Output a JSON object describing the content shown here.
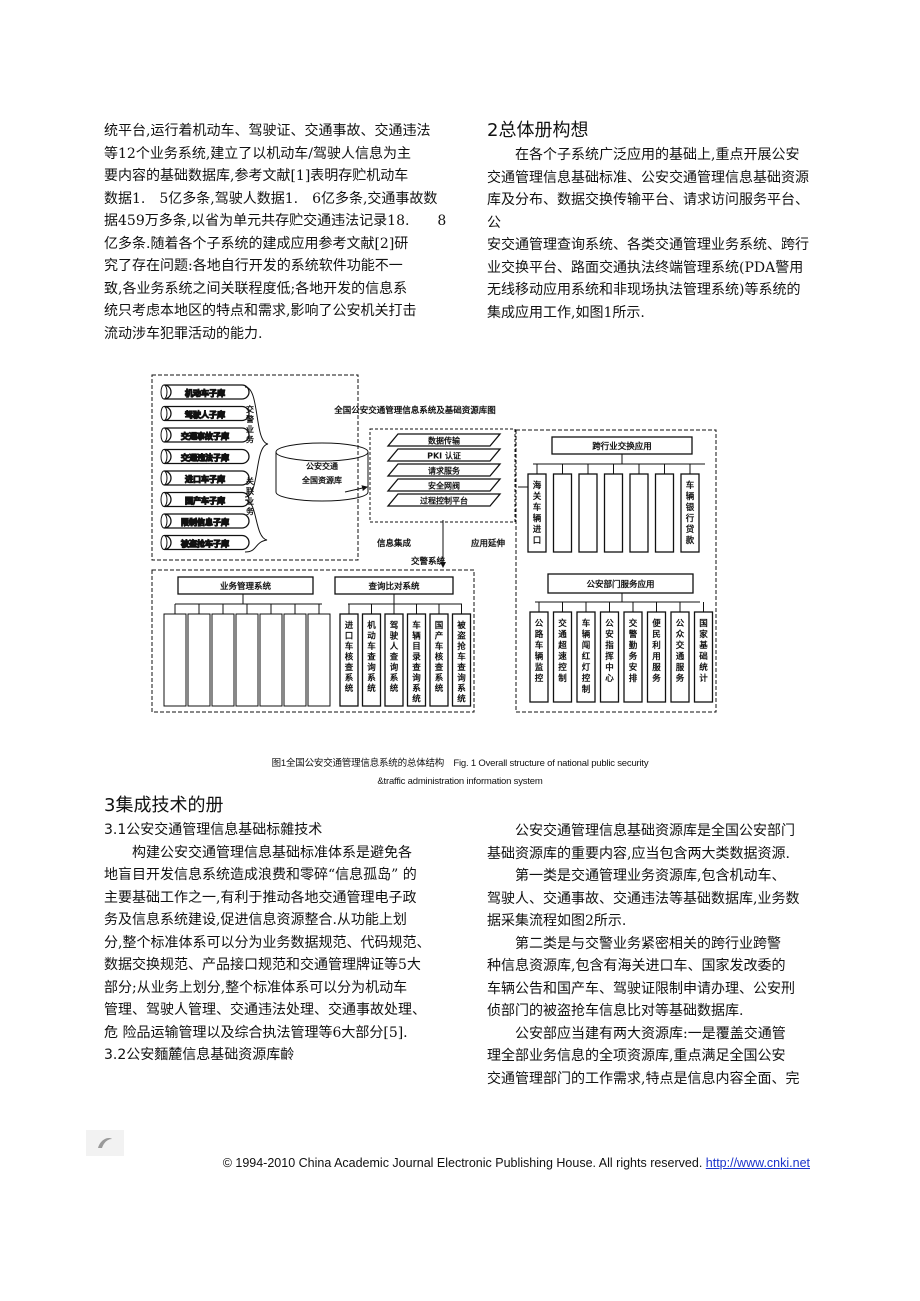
{
  "left_column_top": [
    "统平台,运行着机动车、驾驶证、交通事故、交通违法",
    "等12个业务系统,建立了以机动车/驾驶人信息为主",
    "要内容的基础数据库,参考文献[1]表明存贮机动车",
    "数据1.　5亿多条,驾驶人数据1.　6亿多条,交通事故数",
    "据459万多条,以省为单元共存贮交通违法记录18.　　8",
    "亿多条.随着各个子系统的建成应用参考文献[2]研",
    "究了存在问题:各地自行开发的系统软件功能不一",
    "致,各业务系统之间关联程度低;各地开发的信息系",
    "统只考虑本地区的特点和需求,影响了公安机关打击",
    "流动涉车犯罪活动的能力."
  ],
  "right_column_top": {
    "heading": "2总体册构想",
    "lines": [
      "在各个子系统广泛应用的基础上,重点开展公安",
      "交通管理信息基础标准、公安交通管理信息基础资源",
      "库及分布、数据交换传输平台、请求访问服务平台、",
      "公",
      "安交通管理查询系统、各类交通管理业务系统、跨行",
      "业交换平台、路面交通执法终端管理系统(PDA警用",
      "无线移动应用系统和非现场执法管理系统)等系统的",
      "集成应用工作,如图1所示."
    ]
  },
  "figure": {
    "title": "全国公安交通管理信息系统及基础资源库图",
    "sub_dbs": [
      "机动车子库",
      "驾驶人子库",
      "交通事故子库",
      "交通违法子库",
      "进口车子库",
      "国产车子库",
      "限制信息子库",
      "被盗抢车子库"
    ],
    "label_jingye": "交警业务",
    "label_guanlian": "关联业务",
    "national_db": [
      "公安交通",
      "全国资源库"
    ],
    "platform_layers": [
      "数据传输",
      "PKI 认证",
      "请求服务",
      "安全网阀",
      "过程控制平台"
    ],
    "label_info_integration": "信息集成",
    "label_app_ext": "应用延伸",
    "label_police_system": "交警系统",
    "business_mgmt": "业务管理系统",
    "query_compare": "查询比对系统",
    "query_items": [
      "进口车核查系统",
      "机动车查询系统",
      "驾驶人查询系统",
      "车辆目录查询系统",
      "国产车核查系统",
      "被盗抢车查询系统"
    ],
    "cross_industry": "跨行业交换应用",
    "cross_items": [
      "海关车辆进口",
      "",
      "",
      "",
      "",
      "",
      "车辆银行贷款"
    ],
    "police_dept": "公安部门服务应用",
    "police_items": [
      "公路车辆监控",
      "交通超速控制",
      "车辆闯红灯控制",
      "公安指挥中心",
      "交警勤务安排",
      "便民利用服务",
      "公众交通服务",
      "国家基础统计"
    ]
  },
  "caption": {
    "line1": "图1全国公安交通管理信息系统的总体结构　Fig. 1 Overall structure of national public security",
    "line2": "&traffic administration information system"
  },
  "left_column_bottom": {
    "heading": "3集成技术的册",
    "sub1": "3.1公安交通管理信息基础标雜技术",
    "lines": [
      "构建公安交通管理信息基础标准体系是避免各",
      "地盲目开发信息系统造成浪费和零碎“信息孤岛” 的",
      "主要基础工作之一,有利于推动各地交通管理电子政",
      "务及信息系统建设,促进信息资源整合.从功能上划",
      "分,整个标准体系可以分为业务数据规范、代码规范、",
      "数据交换规范、产品接口规范和交通管理牌证等5大",
      "部分;从业务上划分,整个标准体系可以分为机动车",
      "管理、驾驶人管理、交通违法处理、交通事故处理、",
      "危  险品运输管理以及综合执法管理等6大部分[5]."
    ],
    "sub2": "3.2公安麵麓信息基础资源库齡"
  },
  "right_column_bottom": {
    "lines": [
      "公安交通管理信息基础资源库是全国公安部门",
      "基础资源库的重要内容,应当包含两大类数据资源.",
      "第一类是交通管理业务资源库,包含机动车、",
      "驾驶人、交通事故、交通违法等基础数据库,业务数",
      "据采集流程如图2所示.",
      "第二类是与交警业务紧密相关的跨行业跨警",
      "种信息资源库,包含有海关进口车、国家发改委的",
      "车辆公告和国产车、驾驶证限制申请办理、公安刑",
      "侦部门的被盗抢车信息比对等基础数据库.",
      "公安部应当建有两大资源库:一是覆盖交通管",
      "理全部业务信息的全项资源库,重点满足全国公安",
      "交通管理部门的工作需求,特点是信息内容全面、完"
    ]
  },
  "footer": {
    "text": "© 1994-2010 China Academic Journal Electronic Publishing House. All rights reserved.",
    "link": "http://www.cnki.net"
  }
}
